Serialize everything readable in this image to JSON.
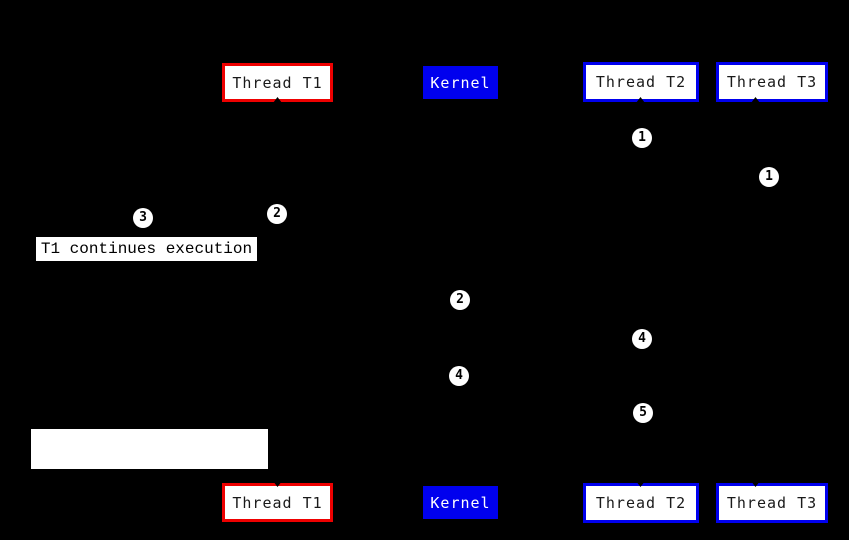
{
  "diagram": {
    "type": "thread-kernel-sequence-diagram",
    "background_color": "#000000",
    "boxes": {
      "thread_t1": {
        "label": "Thread T1",
        "fill": "#ffffff",
        "border_color": "#ee0000",
        "text_color": "#1a1a1a"
      },
      "kernel": {
        "label": "Kernel",
        "fill": "#0000ee",
        "border_color": "#0000ee",
        "text_color": "#ffffff"
      },
      "thread_t2": {
        "label": "Thread T2",
        "fill": "#ffffff",
        "border_color": "#0000ee",
        "text_color": "#1a1a1a"
      },
      "thread_t3": {
        "label": "Thread T3",
        "fill": "#ffffff",
        "border_color": "#0000ee",
        "text_color": "#1a1a1a"
      }
    },
    "steps": [
      {
        "number": "1",
        "column": "thread-t2"
      },
      {
        "number": "1",
        "column": "thread-t3"
      },
      {
        "number": "2",
        "column": "thread-t1"
      },
      {
        "number": "3",
        "column": "thread-t1"
      },
      {
        "number": "2",
        "column": "kernel"
      },
      {
        "number": "4",
        "column": "thread-t2"
      },
      {
        "number": "4",
        "column": "kernel"
      },
      {
        "number": "5",
        "column": "thread-t2"
      }
    ],
    "notes": {
      "t1_continues": "T1 continues execution",
      "blank": ""
    },
    "marker_style": {
      "fill": "#ffffff",
      "text_color": "#000000"
    }
  }
}
